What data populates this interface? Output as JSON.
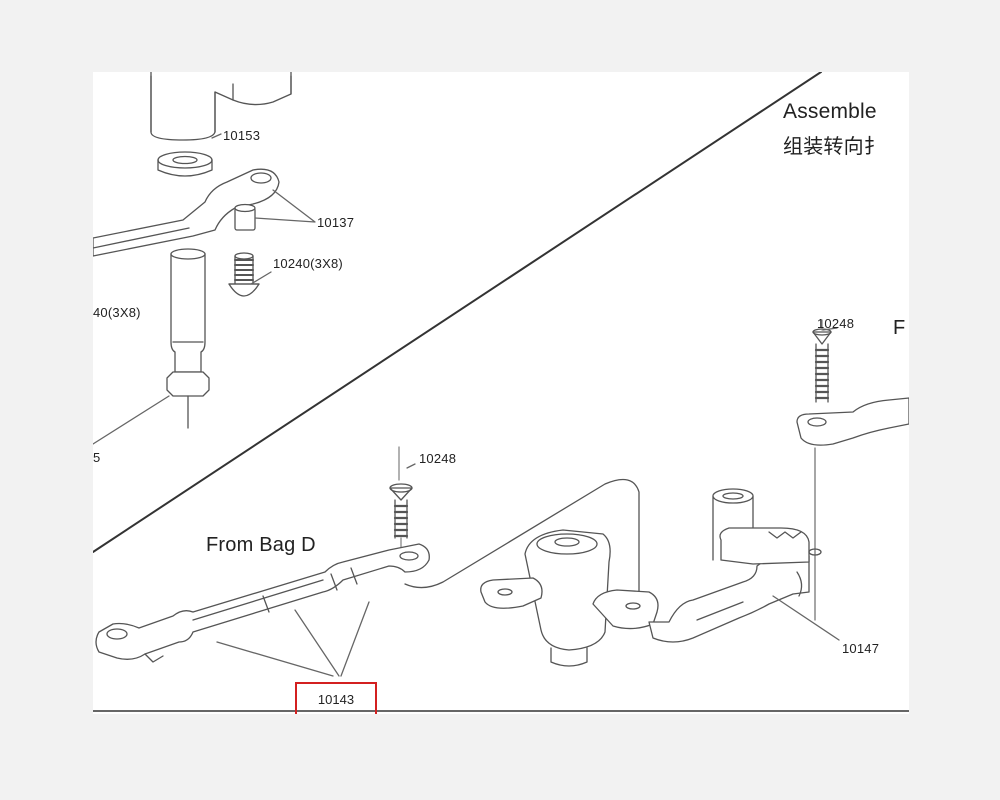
{
  "labels": {
    "assemble_title": "Assemble",
    "assemble_title_cn": "组装转向扌",
    "from_bag": "From Bag D",
    "cut_label_right": "F",
    "part_10153": "10153",
    "part_10137": "10137",
    "part_10240": "10240(3X8)",
    "part_10240_cut": "40(3X8)",
    "part_cut_edge": "5",
    "part_10248_right": "10248",
    "part_10248_center": "10248",
    "part_10143": "10143",
    "part_10147": "10147"
  },
  "highlight": {
    "part": "10143",
    "color": "#d32020"
  }
}
